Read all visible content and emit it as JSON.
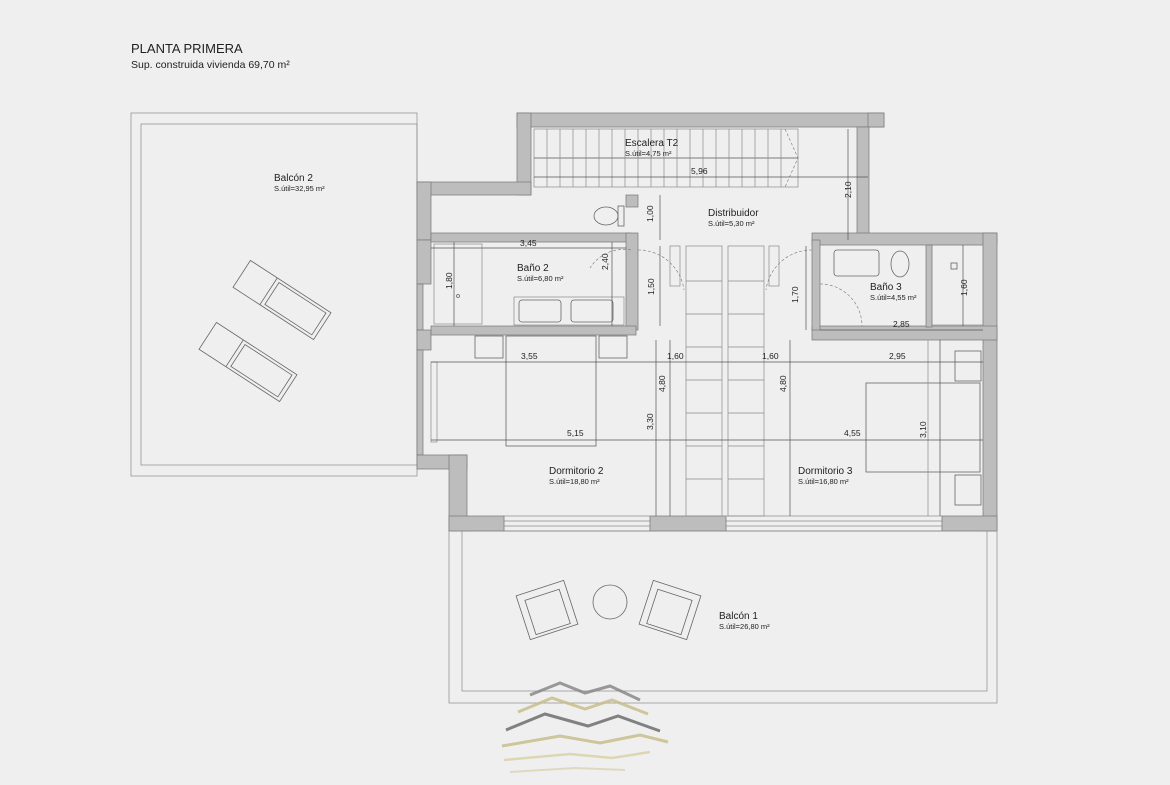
{
  "header": {
    "title": "PLANTA PRIMERA",
    "subtitle": "Sup. construida vivienda 69,70 m²"
  },
  "rooms": {
    "balcon2": {
      "name": "Balcón 2",
      "area": "S.útil=32,95 m²"
    },
    "escalera": {
      "name": "Escalera T2",
      "area": "S.útil=4,75 m²"
    },
    "distribuidor": {
      "name": "Distribuidor",
      "area": "S.útil=5,30 m²"
    },
    "bano2": {
      "name": "Baño 2",
      "area": "S.útil=6,80 m²"
    },
    "bano3": {
      "name": "Baño 3",
      "area": "S.útil=4,55 m²"
    },
    "dormitorio2": {
      "name": "Dormitorio 2",
      "area": "S.útil=18,80 m²"
    },
    "dormitorio3": {
      "name": "Dormitorio 3",
      "area": "S.útil=16,80 m²"
    },
    "balcon1": {
      "name": "Balcón 1",
      "area": "S.útil=26,80 m²"
    }
  },
  "dimensions": {
    "escalera_width": "5,96",
    "escalera_depth": "2,10",
    "distribuidor_depth": "1,00",
    "bano2_width": "3,45",
    "bano2_depth": "1,80",
    "bano2_door": "2,40",
    "passage_left": "1,50",
    "passage_right": "1,70",
    "bano3_depth": "1,60",
    "bano3_width": "2,85",
    "dorm2_width_upper": "3,55",
    "dorm2_width_lower": "5,15",
    "dorm2_depth": "3,30",
    "void_left_width": "1,60",
    "void_left_depth": "4,80",
    "void_right_width": "1,60",
    "void_right_depth": "4,80",
    "dorm3_width_upper": "2,95",
    "dorm3_width_lower": "4,55",
    "dorm3_depth": "3,10"
  },
  "colors": {
    "background": "#efefef",
    "wall_fill": "#bdbdbd",
    "line": "#555555",
    "logo_gold": "#c8bf8c"
  },
  "icons": {
    "logo": "layered-waves-logo"
  }
}
